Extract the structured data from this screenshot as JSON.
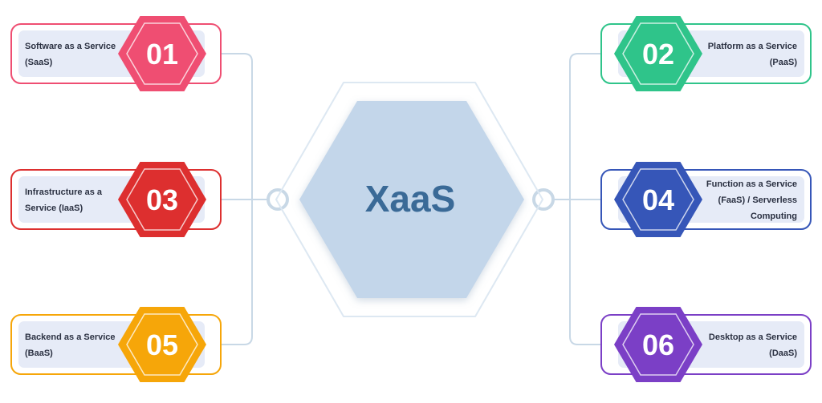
{
  "center": {
    "label": "XaaS",
    "fill": "#c3d6ea",
    "text_color": "#3a6a97",
    "frame_color": "#dde8f2"
  },
  "connector_color": "#c8d8e6",
  "items": [
    {
      "number": "01",
      "lines": [
        "Software as a Service",
        "(SaaS)"
      ],
      "color": "#ef4e72",
      "side": "left"
    },
    {
      "number": "02",
      "lines": [
        "Platform as a Service",
        "(PaaS)"
      ],
      "color": "#2fc48a",
      "side": "right"
    },
    {
      "number": "03",
      "lines": [
        "Infrastructure as a",
        "Service (IaaS)"
      ],
      "color": "#dd2f2f",
      "side": "left"
    },
    {
      "number": "04",
      "lines": [
        "Function as a Service",
        "(FaaS) / Serverless",
        "Computing"
      ],
      "color": "#3656b8",
      "side": "right"
    },
    {
      "number": "05",
      "lines": [
        "Backend as a Service",
        "(BaaS)"
      ],
      "color": "#f6a609",
      "side": "left"
    },
    {
      "number": "06",
      "lines": [
        "Desktop as a Service",
        "(DaaS)"
      ],
      "color": "#7b3fc6",
      "side": "right"
    }
  ]
}
